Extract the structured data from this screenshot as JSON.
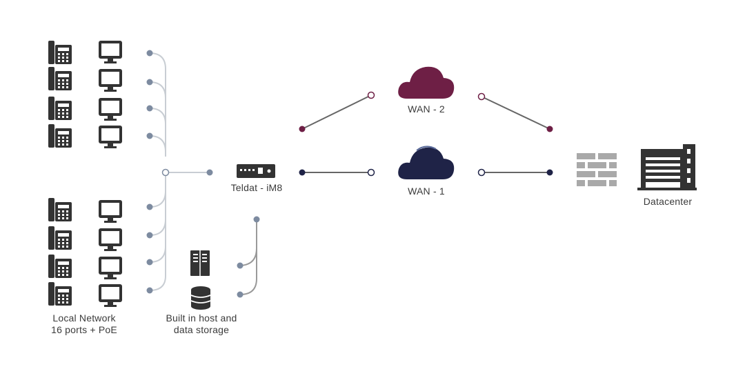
{
  "labels": {
    "local_network": [
      "Local Network",
      "16 ports + PoE"
    ],
    "storage": [
      "Built in host and",
      "data storage"
    ],
    "router": "Teldat - iM8",
    "wan2": "WAN - 2",
    "wan1": "WAN - 1",
    "datacenter": "Datacenter"
  },
  "icons": {
    "phone": "desk-phone-icon",
    "monitor": "monitor-icon",
    "router": "router-icon",
    "server": "server-icon",
    "database": "database-icon",
    "cloud": "cloud-icon",
    "firewall": "firewall-icon",
    "datacenter": "datacenter-building-icon"
  },
  "colors": {
    "local_link": "#c8cdd3",
    "node_gray": "#7d8ba0",
    "wan2": "#6e1f45",
    "wan1": "#1f2347",
    "icon_dark": "#333333",
    "wan_line": "#666666",
    "firewall": "#a9a9a9"
  }
}
